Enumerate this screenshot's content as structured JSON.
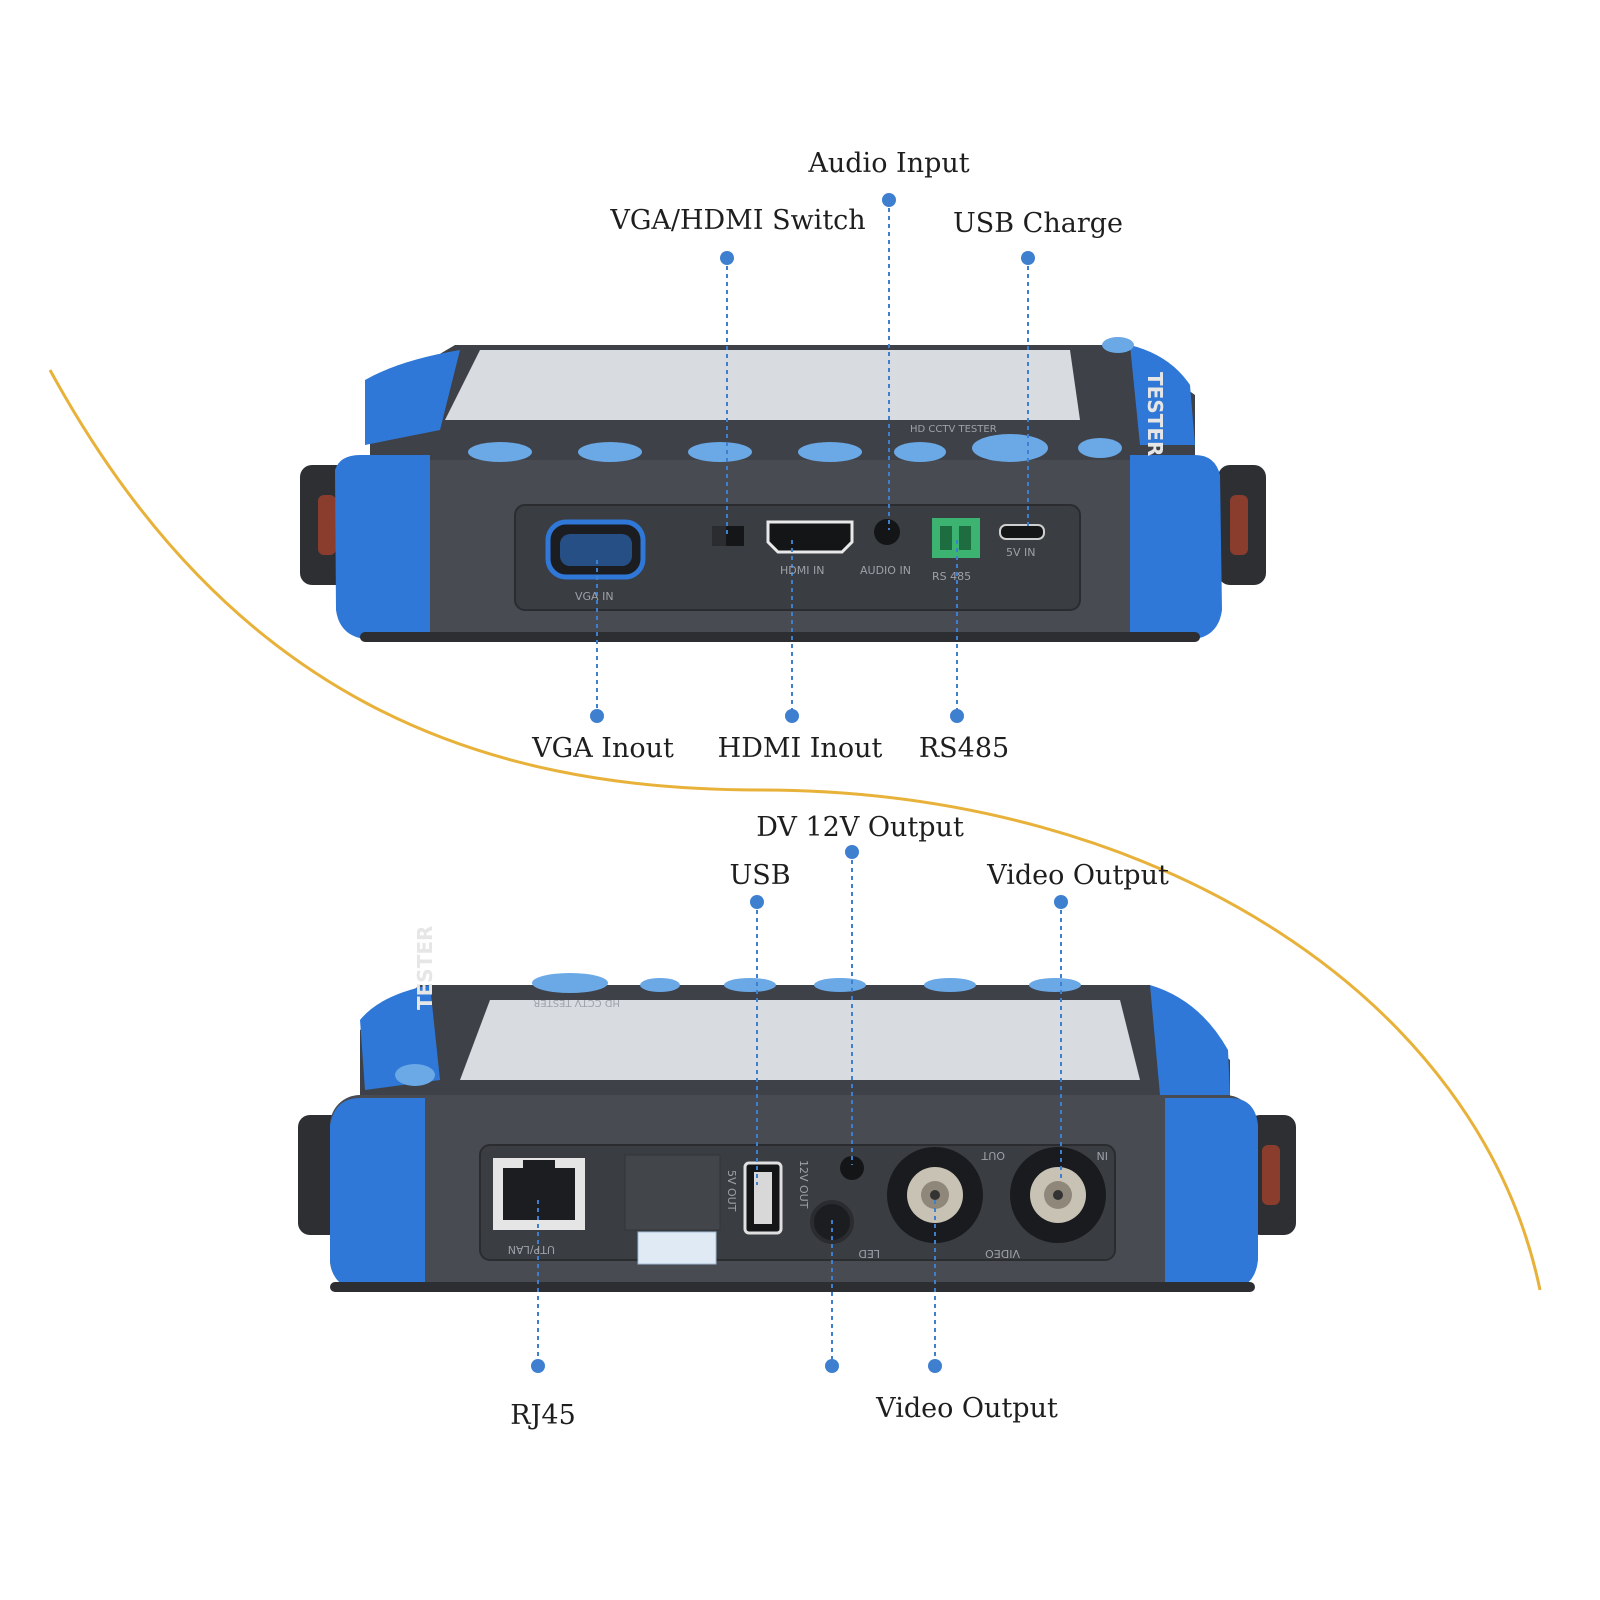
{
  "colors": {
    "accent_gold": "#e8b23a",
    "callout_blue": "#3f7fd0",
    "device_blue": "#2f78d8",
    "device_body": "#484b52",
    "screen": "#d8dbe0"
  },
  "top_view": {
    "device": {
      "brand": "TESTER",
      "panel_caption": "HD CCTV TESTER",
      "ports": {
        "vga": "VGA IN",
        "hdmi": "HDMI IN",
        "audio": "AUDIO IN",
        "rs485": "RS 485",
        "usb": "5V IN"
      }
    },
    "callouts": {
      "audio_input": "Audio Input",
      "vga_hdmi_switch": "VGA/HDMI Switch",
      "usb_charge": "USB Charge",
      "vga_inout": "VGA Inout",
      "hdmi_inout": "HDMI Inout",
      "rs485": "RS485"
    }
  },
  "bottom_view": {
    "device": {
      "brand": "TESTER",
      "panel_caption": "HD CCTV TESTER",
      "ports": {
        "rj45": "UTP/LAN",
        "usb": "5V OUT",
        "dc_out": "12V OUT",
        "led": "LED",
        "video_out": "OUT",
        "video_in": "IN",
        "video": "VIDEO"
      }
    },
    "callouts": {
      "dv12v_output": "DV 12V Output",
      "usb": "USB",
      "video_output_top": "Video Output",
      "rj45": "RJ45",
      "video_output_bottom": "Video Output"
    }
  }
}
